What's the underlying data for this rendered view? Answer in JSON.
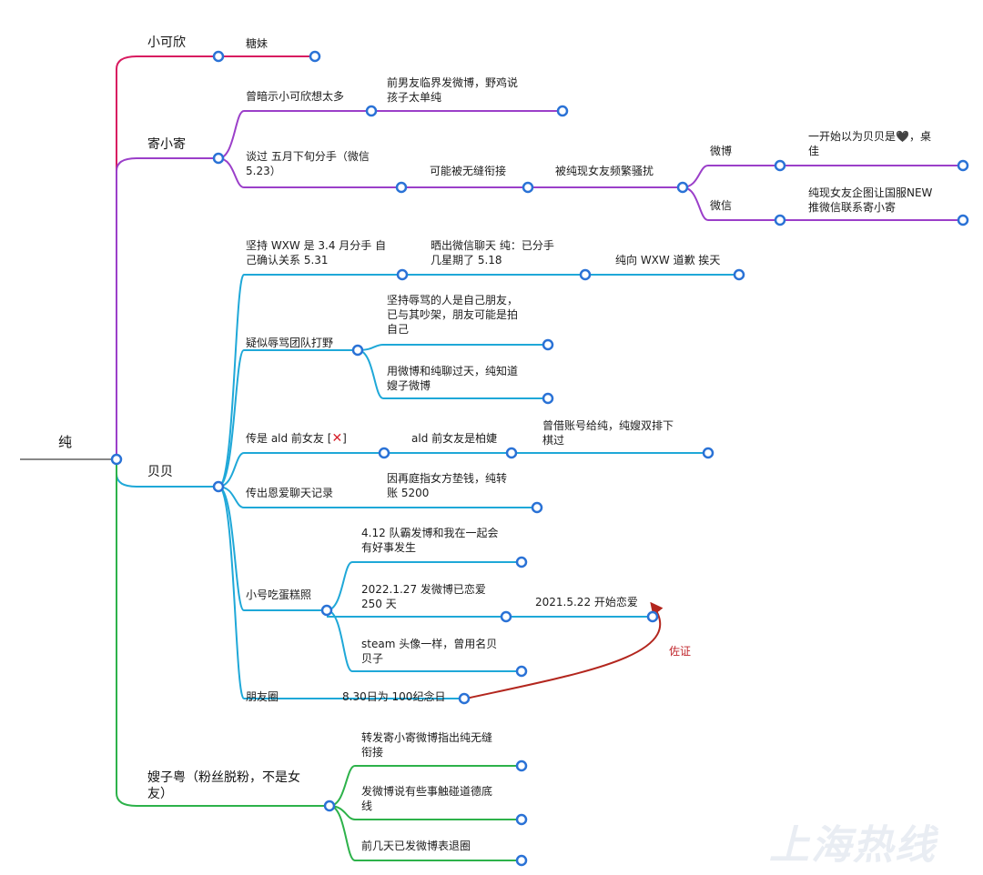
{
  "root": {
    "label": "纯"
  },
  "colors": {
    "red": "#d81b60",
    "purple": "#9b3fc9",
    "blue": "#1fa8d8",
    "green": "#2db24a",
    "arrow": "#b3261e"
  },
  "branches": {
    "b1": {
      "label": "小可欣",
      "n1": "糖妹"
    },
    "b2": {
      "label": "寄小寄",
      "c1": {
        "label": "曾暗示小可欣想太多",
        "l1": "前男友临界发微博，野鸡说\n孩子太单纯"
      },
      "c2": {
        "label": "谈过 五月下旬分手（微信\n5.23）",
        "l1": "可能被无缝衔接",
        "l2": "被纯现女友频繁骚扰",
        "weibo": {
          "label": "微博",
          "leaf": "一开始以为贝贝是🖤，桌\n佳"
        },
        "weixin": {
          "label": "微信",
          "leaf": "纯现女友企图让国服NEW\n推微信联系寄小寄"
        }
      }
    },
    "b3": {
      "label": "贝贝",
      "c1": {
        "label": "坚持 WXW 是 3.4 月分手 自\n己确认关系 5.31",
        "l1": "晒出微信聊天 纯：已分手\n几星期了 5.18",
        "l2": "纯向 WXW 道歉 挨天"
      },
      "c2": {
        "label": "疑似辱骂团队打野",
        "l1": "坚持辱骂的人是自己朋友，\n已与其吵架，朋友可能是拍\n自己",
        "l2": "用微博和纯聊过天，纯知道\n嫂子微博"
      },
      "c3": {
        "label": "传是 ald 前女友",
        "mark": "✕",
        "l1": "ald 前女友是柏婕",
        "l2": "曾借账号给纯，纯嫂双排下\n棋过"
      },
      "c4": {
        "label": "传出恩爱聊天记录",
        "l1": "因再庭指女方垫钱，纯转\n账 5200"
      },
      "c5": {
        "label": "小号吃蛋糕照",
        "l1": "4.12 队霸发博和我在一起会\n有好事发生",
        "l2": "2022.1.27 发微博已恋爱\n250 天",
        "l2b": "2021.5.22 开始恋爱",
        "l3": "steam 头像一样，曾用名贝\n贝子"
      },
      "c6": {
        "label": "朋友圈",
        "l1": "8.30日为 100纪念日"
      },
      "evidence": "佐证"
    },
    "b4": {
      "label": "嫂子粤（粉丝脱粉，不是女\n友）",
      "l1": "转发寄小寄微博指出纯无缝\n衔接",
      "l2": "发微博说有些事触碰道德底\n线",
      "l3": "前几天已发微博表退圈"
    }
  },
  "watermark": "上海热线"
}
